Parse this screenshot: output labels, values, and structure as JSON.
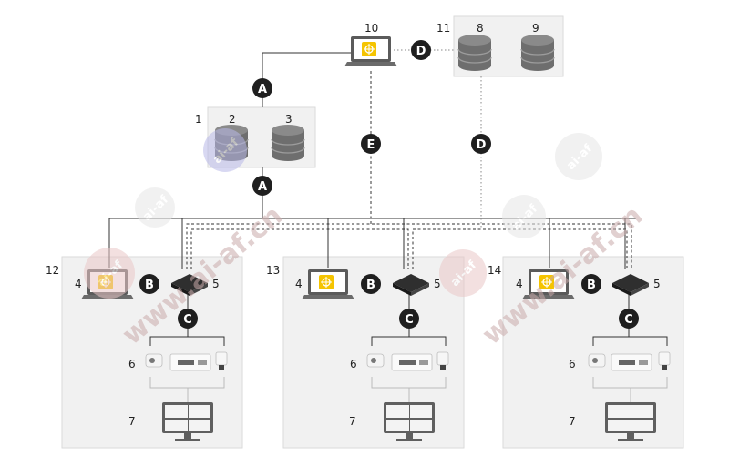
{
  "colors": {
    "badge": "#1f1f1f",
    "badge_text": "#ffffff",
    "panel": "#f1f1f1",
    "panel_border": "#d9d9d9",
    "line": "#333333",
    "db": "#6e6e6e",
    "app_icon": "#f5c400",
    "watermark_text": "#c9a9a9"
  },
  "labels": {
    "n1": "1",
    "n2": "2",
    "n3": "3",
    "n4": "4",
    "n5": "5",
    "n6": "6",
    "n7": "7",
    "n8": "8",
    "n9": "9",
    "n10": "10",
    "n11": "11",
    "n12": "12",
    "n13": "13",
    "n14": "14"
  },
  "badges": {
    "a": "A",
    "b": "B",
    "c": "C",
    "d": "D",
    "e": "E"
  },
  "icons": {
    "computer": "laptop-icon",
    "app": "axis-camera-station-app-icon",
    "database": "database-icon",
    "switch": "network-switch-icon",
    "camera": "security-camera-icon",
    "monitor": "video-wall-monitor-icon"
  },
  "watermark": {
    "text": "ai-af",
    "url_text": "www.ai-af.cn"
  }
}
